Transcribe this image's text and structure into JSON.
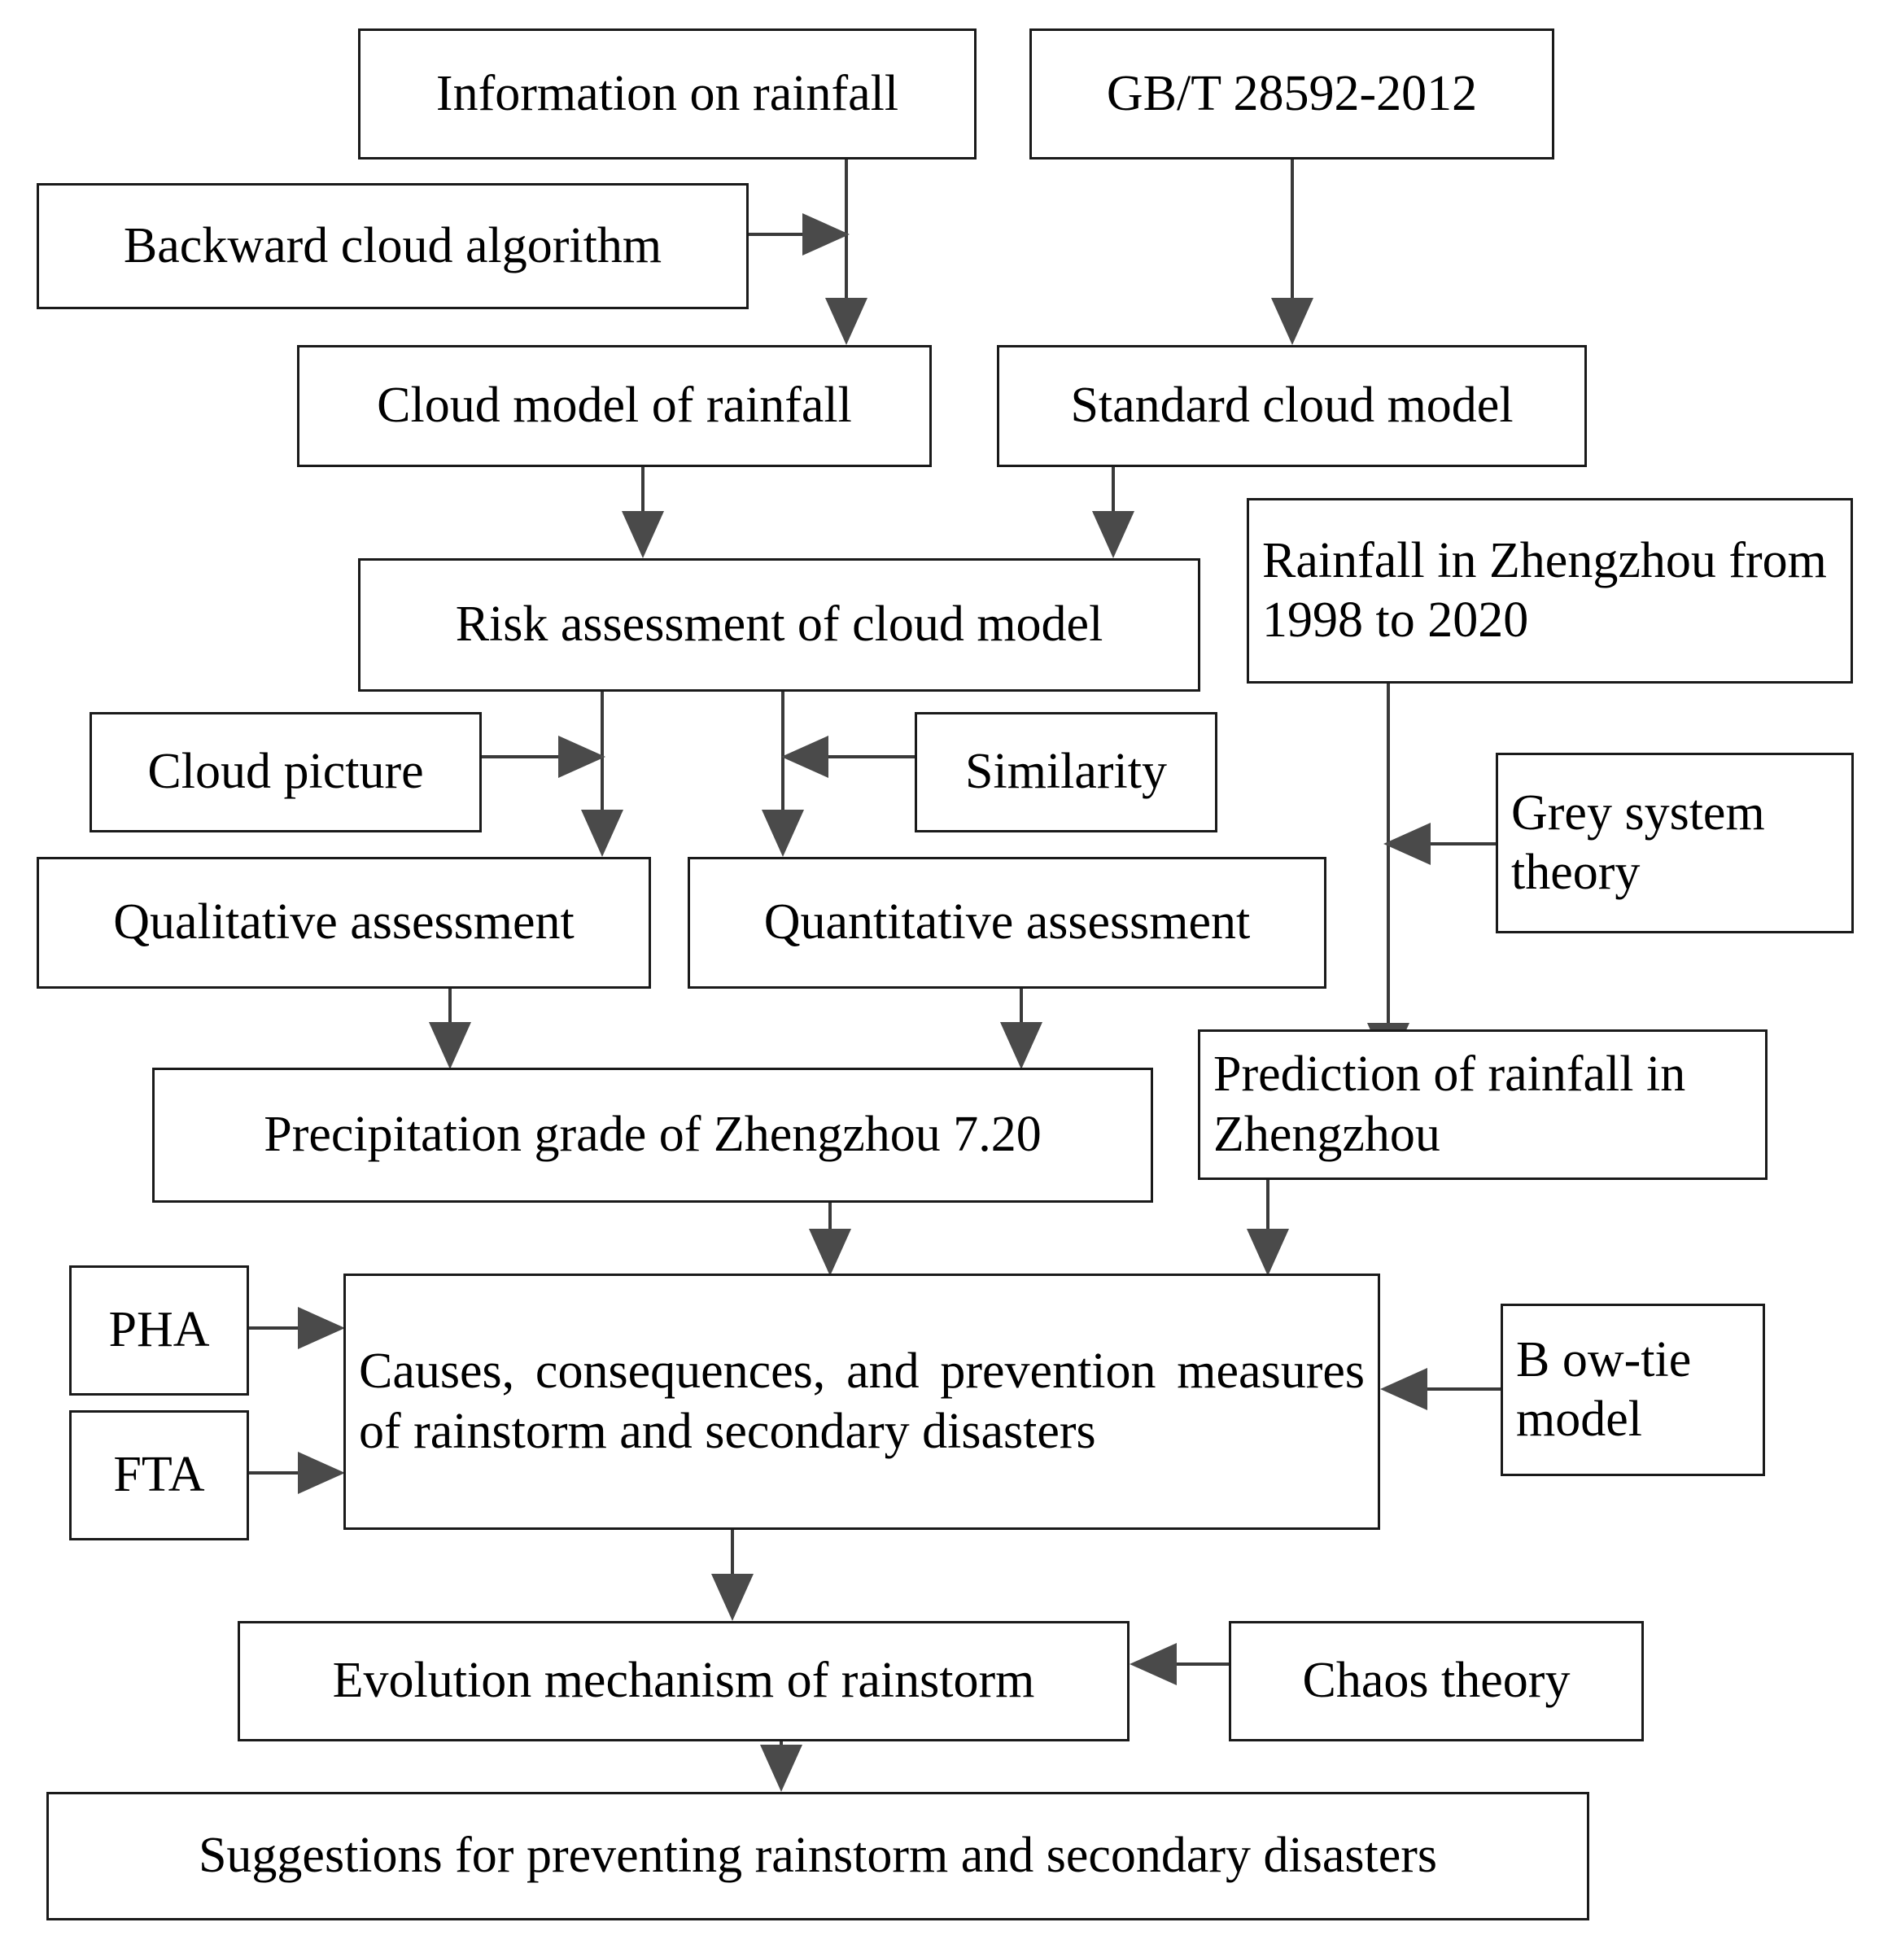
{
  "diagram": {
    "title": "Research framework for rainstorm risk assessment",
    "background_color": "#ffffff",
    "box_border_color": "#1a1a1a",
    "arrow_color": "#4a4a4a",
    "text_color": "#000000"
  },
  "nodes": [
    {
      "id": "information-on-rainfall",
      "label": "Information on rainfall"
    },
    {
      "id": "gbt-standard",
      "label": "GB/T 28592-2012"
    },
    {
      "id": "backward-cloud-algorithm",
      "label": "Backward cloud algorithm"
    },
    {
      "id": "cloud-model-of-rainfall",
      "label": "Cloud model of rainfall"
    },
    {
      "id": "standard-cloud-model",
      "label": "Standard cloud model"
    },
    {
      "id": "rainfall-zhengzhou-1998-2020",
      "label": "Rainfall in Zhengzhou from 1998 to 2020"
    },
    {
      "id": "risk-assessment-cloud-model",
      "label": "Risk assessment of cloud model"
    },
    {
      "id": "cloud-picture",
      "label": "Cloud picture"
    },
    {
      "id": "similarity",
      "label": "Similarity"
    },
    {
      "id": "grey-system-theory",
      "label": "Grey system theory"
    },
    {
      "id": "qualitative-assessment",
      "label": "Qualitative assessment"
    },
    {
      "id": "quantitative-assessment",
      "label": "Quantitative assessment"
    },
    {
      "id": "prediction-of-rainfall",
      "label": "Prediction of rainfall in Zhengzhou"
    },
    {
      "id": "precipitation-grade",
      "label": "Precipitation grade of Zhengzhou 7.20"
    },
    {
      "id": "pha",
      "label": "PHA"
    },
    {
      "id": "fta",
      "label": "FTA"
    },
    {
      "id": "causes-consequences",
      "label": "Causes, consequences, and prevention measures of rainstorm and secondary disasters"
    },
    {
      "id": "bow-tie-model",
      "label": "B ow-tie model"
    },
    {
      "id": "evolution-mechanism",
      "label": "Evolution mechanism of rainstorm"
    },
    {
      "id": "chaos-theory",
      "label": "Chaos theory"
    },
    {
      "id": "suggestions",
      "label": "Suggestions for preventing rainstorm and secondary disasters"
    }
  ],
  "edges": [
    {
      "from": "information-on-rainfall",
      "to": "cloud-model-of-rainfall"
    },
    {
      "from": "backward-cloud-algorithm",
      "to": "cloud-model-of-rainfall"
    },
    {
      "from": "gbt-standard",
      "to": "standard-cloud-model"
    },
    {
      "from": "cloud-model-of-rainfall",
      "to": "risk-assessment-cloud-model"
    },
    {
      "from": "standard-cloud-model",
      "to": "risk-assessment-cloud-model"
    },
    {
      "from": "risk-assessment-cloud-model",
      "to": "qualitative-assessment"
    },
    {
      "from": "risk-assessment-cloud-model",
      "to": "quantitative-assessment"
    },
    {
      "from": "cloud-picture",
      "to": "qualitative-assessment"
    },
    {
      "from": "similarity",
      "to": "quantitative-assessment"
    },
    {
      "from": "rainfall-zhengzhou-1998-2020",
      "to": "prediction-of-rainfall"
    },
    {
      "from": "grey-system-theory",
      "to": "prediction-of-rainfall"
    },
    {
      "from": "qualitative-assessment",
      "to": "precipitation-grade"
    },
    {
      "from": "quantitative-assessment",
      "to": "precipitation-grade"
    },
    {
      "from": "precipitation-grade",
      "to": "causes-consequences"
    },
    {
      "from": "prediction-of-rainfall",
      "to": "causes-consequences"
    },
    {
      "from": "pha",
      "to": "causes-consequences"
    },
    {
      "from": "fta",
      "to": "causes-consequences"
    },
    {
      "from": "bow-tie-model",
      "to": "causes-consequences"
    },
    {
      "from": "causes-consequences",
      "to": "evolution-mechanism"
    },
    {
      "from": "chaos-theory",
      "to": "evolution-mechanism"
    },
    {
      "from": "evolution-mechanism",
      "to": "suggestions"
    }
  ]
}
